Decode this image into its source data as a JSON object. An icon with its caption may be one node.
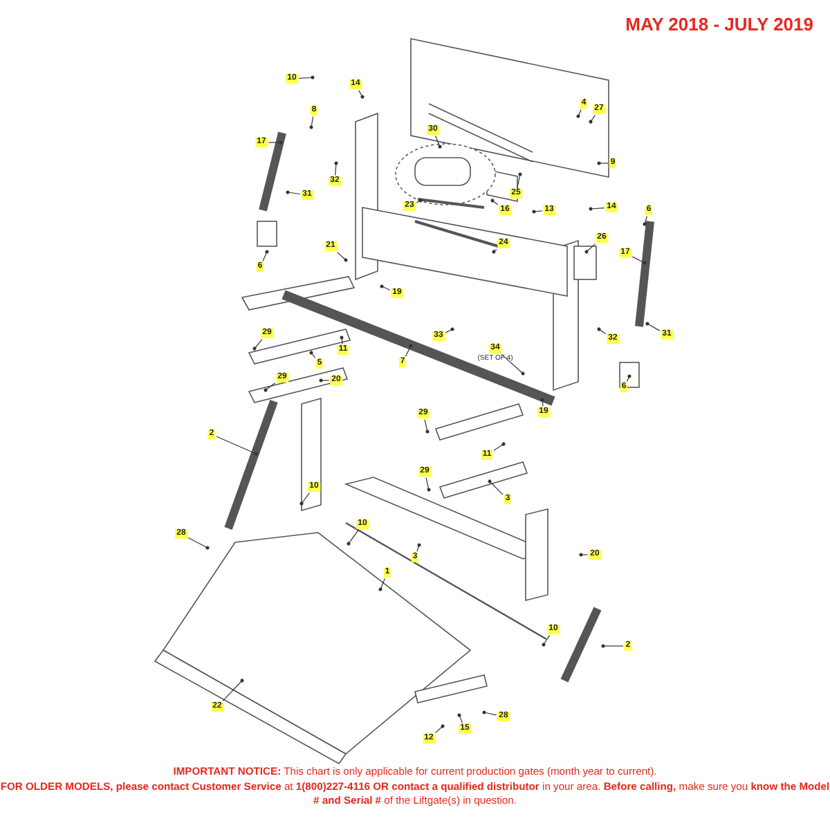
{
  "diagram": {
    "title": "MAY 2018 - JULY 2019",
    "nodes": [
      {
        "text": [
          "10"
        ]
      },
      {
        "text": [
          "14"
        ]
      },
      {
        "text": [
          "8"
        ]
      },
      {
        "text": [
          "17"
        ]
      },
      {
        "text": [
          "32"
        ]
      },
      {
        "text": [
          "31"
        ]
      },
      {
        "text": [
          "6"
        ]
      },
      {
        "text": [
          "21"
        ]
      },
      {
        "text": [
          "19"
        ]
      },
      {
        "text": [
          "30"
        ]
      },
      {
        "text": [
          "23"
        ]
      },
      {
        "text": [
          "16"
        ]
      },
      {
        "text": [
          "25"
        ]
      },
      {
        "text": [
          "13"
        ]
      },
      {
        "text": [
          "14"
        ]
      },
      {
        "text": [
          "24"
        ]
      },
      {
        "text": [
          "4"
        ]
      },
      {
        "text": [
          "27"
        ]
      },
      {
        "text": [
          "9"
        ]
      },
      {
        "text": [
          "26"
        ]
      },
      {
        "text": [
          "17"
        ]
      },
      {
        "text": [
          "6"
        ]
      },
      {
        "text": [
          "29"
        ]
      },
      {
        "text": [
          "11"
        ]
      },
      {
        "text": [
          "5"
        ]
      },
      {
        "text": [
          "7"
        ]
      },
      {
        "text": [
          "33"
        ]
      },
      {
        "text": [
          "34"
        ],
        "beside": [
          "(SET OF 4)"
        ]
      },
      {
        "text": [
          "32"
        ]
      },
      {
        "text": [
          "31"
        ]
      },
      {
        "text": [
          "6"
        ]
      },
      {
        "text": [
          "29"
        ]
      },
      {
        "text": [
          "20"
        ]
      },
      {
        "text": [
          "19"
        ]
      },
      {
        "text": [
          "2"
        ]
      },
      {
        "text": [
          "29"
        ]
      },
      {
        "text": [
          "11"
        ]
      },
      {
        "text": [
          "29"
        ]
      },
      {
        "text": [
          "3"
        ]
      },
      {
        "text": [
          "10"
        ]
      },
      {
        "text": [
          "10"
        ]
      },
      {
        "text": [
          "28"
        ]
      },
      {
        "text": [
          "1"
        ]
      },
      {
        "text": [
          "3"
        ]
      },
      {
        "text": [
          "20"
        ]
      },
      {
        "text": [
          "10"
        ]
      },
      {
        "text": [
          "2"
        ]
      },
      {
        "text": [
          "22"
        ]
      },
      {
        "text": [
          "28"
        ]
      },
      {
        "text": [
          "15"
        ]
      },
      {
        "text": [
          "12"
        ]
      }
    ],
    "edges": [
      {
        "from": 0,
        "to": null,
        "arrow": "other"
      },
      {
        "from": 1,
        "to": null,
        "arrow": "other"
      },
      {
        "from": 2,
        "to": null,
        "arrow": "other"
      },
      {
        "from": 3,
        "to": null,
        "arrow": "other"
      },
      {
        "from": 4,
        "to": null,
        "arrow": "other"
      },
      {
        "from": 5,
        "to": null,
        "arrow": "other"
      },
      {
        "from": 6,
        "to": null,
        "arrow": "other"
      },
      {
        "from": 7,
        "to": null,
        "arrow": "other"
      },
      {
        "from": 8,
        "to": null,
        "arrow": "other"
      },
      {
        "from": 9,
        "to": null,
        "arrow": "other"
      },
      {
        "from": 10,
        "to": null,
        "arrow": "other"
      },
      {
        "from": 11,
        "to": null,
        "arrow": "other"
      },
      {
        "from": 12,
        "to": null,
        "arrow": "other"
      },
      {
        "from": 13,
        "to": null,
        "arrow": "other"
      },
      {
        "from": 14,
        "to": null,
        "arrow": "other"
      },
      {
        "from": 15,
        "to": null,
        "arrow": "other"
      },
      {
        "from": 16,
        "to": null,
        "arrow": "other"
      },
      {
        "from": 17,
        "to": null,
        "arrow": "other"
      },
      {
        "from": 18,
        "to": null,
        "arrow": "other"
      },
      {
        "from": 19,
        "to": null,
        "arrow": "other"
      },
      {
        "from": 20,
        "to": null,
        "arrow": "other"
      },
      {
        "from": 21,
        "to": null,
        "arrow": "other"
      },
      {
        "from": 22,
        "to": null,
        "arrow": "other"
      },
      {
        "from": 23,
        "to": null,
        "arrow": "other"
      },
      {
        "from": 24,
        "to": null,
        "arrow": "other"
      },
      {
        "from": 25,
        "to": null,
        "arrow": "other"
      },
      {
        "from": 26,
        "to": null,
        "arrow": "other"
      },
      {
        "from": 27,
        "to": null,
        "arrow": "other"
      },
      {
        "from": 28,
        "to": null,
        "arrow": "other"
      },
      {
        "from": 29,
        "to": null,
        "arrow": "other"
      },
      {
        "from": 30,
        "to": null,
        "arrow": "other"
      },
      {
        "from": 31,
        "to": null,
        "arrow": "other"
      },
      {
        "from": 32,
        "to": null,
        "arrow": "other"
      },
      {
        "from": 33,
        "to": null,
        "arrow": "other"
      },
      {
        "from": 34,
        "to": null,
        "arrow": "other"
      },
      {
        "from": 35,
        "to": null,
        "arrow": "other"
      },
      {
        "from": 36,
        "to": null,
        "arrow": "other"
      },
      {
        "from": 37,
        "to": null,
        "arrow": "other"
      },
      {
        "from": 38,
        "to": null,
        "arrow": "other"
      },
      {
        "from": 39,
        "to": null,
        "arrow": "other"
      },
      {
        "from": 40,
        "to": null,
        "arrow": "other"
      },
      {
        "from": 41,
        "to": null,
        "arrow": "other"
      },
      {
        "from": 42,
        "to": null,
        "arrow": "other"
      },
      {
        "from": 43,
        "to": null,
        "arrow": "other"
      },
      {
        "from": 44,
        "to": null,
        "arrow": "other"
      },
      {
        "from": 45,
        "to": null,
        "arrow": "other"
      },
      {
        "from": 46,
        "to": null,
        "arrow": "other"
      },
      {
        "from": 47,
        "to": null,
        "arrow": "other"
      },
      {
        "from": 48,
        "to": null,
        "arrow": "other"
      },
      {
        "from": 49,
        "to": null,
        "arrow": "other"
      },
      {
        "from": 50,
        "to": null,
        "arrow": "other"
      }
    ],
    "labels": [
      "**IMPORTANT NOTICE:** This chart is only applicable for current production gates (month year to current).",
      "**FOR OLDER MODELS, please contact Customer Service** at **1(800)227-4116 OR contact a qualified distributor** in your area. **Before calling,** make sure you **know the Model # and Serial #** of the Liftgate(s) in question."
    ]
  }
}
